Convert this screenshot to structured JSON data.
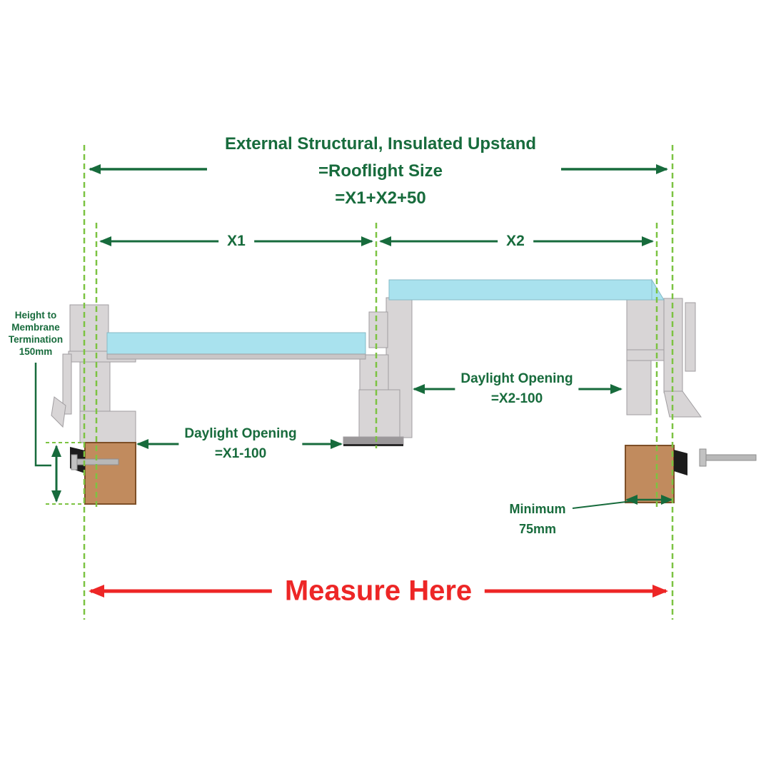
{
  "title": {
    "line1": "External Structural, Insulated Upstand",
    "line2": "=Rooflight Size",
    "line3": "=X1+X2+50"
  },
  "dims": {
    "x1": "X1",
    "x2": "X2"
  },
  "height_label": {
    "line1": "Height to",
    "line2": "Membrane",
    "line3": "Termination",
    "line4": "150mm"
  },
  "daylight_x1": {
    "line1": "Daylight Opening",
    "line2": "=X1-100"
  },
  "daylight_x2": {
    "line1": "Daylight Opening",
    "line2": "=X2-100"
  },
  "minimum": {
    "line1": "Minimum",
    "line2": "75mm"
  },
  "measure": {
    "label": "Measure Here"
  },
  "colors": {
    "dark_green": "#176b3c",
    "light_green": "#7cc342",
    "red": "#ed2626",
    "glass_blue": "#a9e2ee",
    "frame_gray": "#d8d5d6",
    "timber_brown": "#c18b5e"
  }
}
